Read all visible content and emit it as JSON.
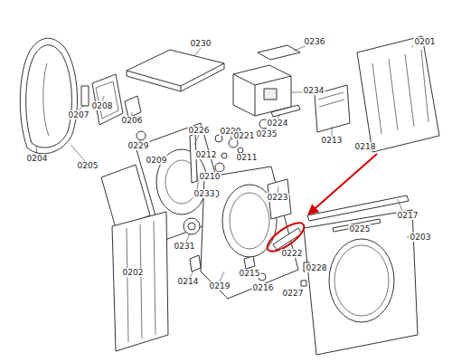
{
  "diagram": {
    "labels": [
      "0230",
      "0236",
      "0201",
      "0234",
      "0207",
      "0208",
      "0206",
      "0224",
      "0204",
      "0205",
      "0229",
      "0209",
      "0226",
      "0220",
      "0235",
      "0213",
      "0218",
      "0221",
      "0211",
      "0212",
      "0210",
      "0233",
      "0223",
      "0217",
      "0225",
      "0203",
      "0222",
      "0231",
      "0202",
      "0214",
      "0219",
      "0215",
      "0216",
      "0228",
      "0227"
    ]
  }
}
